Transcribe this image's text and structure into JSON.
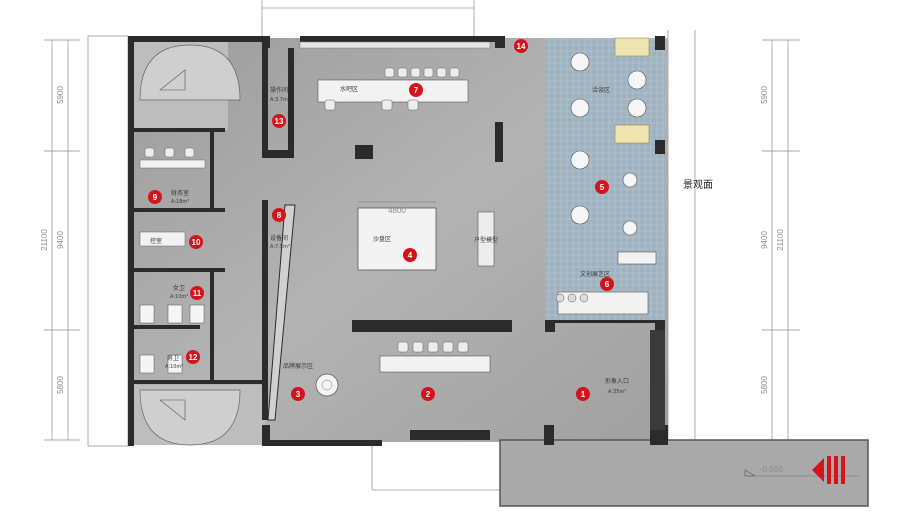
{
  "dimensions": {
    "left": [
      "5900",
      "21100",
      "9400",
      "5800"
    ],
    "right": [
      "5900",
      "21100",
      "9400",
      "5800"
    ],
    "sandtable_width": "4800",
    "level": "-0.500"
  },
  "landscape_label": "景观面",
  "rooms": [
    {
      "id": "13",
      "name": "操作间",
      "area": "A:3.7m²"
    },
    {
      "id": "7",
      "name": "水吧区",
      "area": ""
    },
    {
      "id": "14",
      "name": "",
      "area": ""
    },
    {
      "id": "5",
      "name": "洽谈区",
      "area": ""
    },
    {
      "id": "9",
      "name": "财务室",
      "area": "A:18m²"
    },
    {
      "id": "10",
      "name": "控室",
      "area": ""
    },
    {
      "id": "8",
      "name": "设备间",
      "area": "A:7.5m²"
    },
    {
      "id": "4",
      "name": "沙盘区",
      "area": ""
    },
    {
      "id": "model",
      "name": "户型模型",
      "area": ""
    },
    {
      "id": "6",
      "name": "文创展艺区",
      "area": ""
    },
    {
      "id": "11",
      "name": "女卫",
      "area": "A:10m²"
    },
    {
      "id": "12",
      "name": "男卫",
      "area": "A:10m²"
    },
    {
      "id": "3",
      "name": "品牌展示区",
      "area": ""
    },
    {
      "id": "2",
      "name": "",
      "area": ""
    },
    {
      "id": "1",
      "name": "形象入口",
      "area": "A:35m²"
    }
  ],
  "colors": {
    "floor": "#a3a3a3",
    "wall": "#2b2b2b",
    "marker": "#d3141b",
    "entrance_arrow": "#d3141b",
    "carpet": "#8ea3b3",
    "background": "#ffffff"
  },
  "entrance_arrow_icon": "entrance-arrow-icon"
}
